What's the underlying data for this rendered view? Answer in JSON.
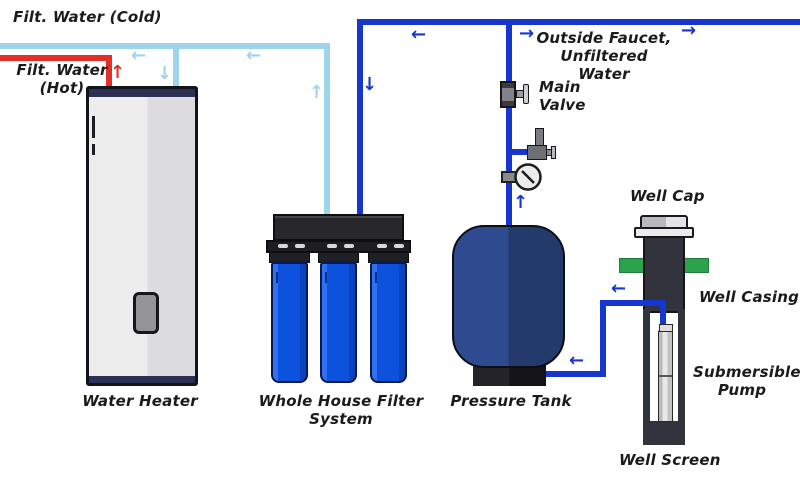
{
  "colors": {
    "filtered_cold_pipe": "#9fd4ed",
    "filtered_hot_pipe": "#e23028",
    "unfiltered_pipe": "#1736cd",
    "filter_canister_blue": "#0d52dc",
    "pressure_tank_navy": "#2d4b8e",
    "well_fitting_green": "#2aa34c",
    "label_text": "#1b1b1b"
  },
  "labels": {
    "filt_water_cold": "Filt. Water (Cold)",
    "filt_water_hot_line1": "Filt. Water",
    "filt_water_hot_line2": "(Hot)",
    "outside_faucet_line1": "Outside Faucet,",
    "outside_faucet_line2": "Unfiltered Water",
    "main_valve_line1": "Main",
    "main_valve_line2": "Valve",
    "water_heater": "Water Heater",
    "filter_system": "Whole House Filter System",
    "pressure_tank": "Pressure Tank",
    "well_cap": "Well Cap",
    "well_casing": "Well Casing",
    "submersible_line1": "Submersible",
    "submersible_line2": "Pump",
    "well_screen": "Well Screen"
  },
  "arrows": [
    {
      "glyph": "←",
      "flow": "filtered-cold"
    },
    {
      "glyph": "←",
      "flow": "filtered-cold"
    },
    {
      "glyph": "↓",
      "flow": "filtered-cold-into-heater"
    },
    {
      "glyph": "↑",
      "flow": "filtered-out-of-filter"
    },
    {
      "glyph": "↑",
      "flow": "hot-out-of-heater"
    },
    {
      "glyph": "↓",
      "flow": "unfiltered-into-filter"
    },
    {
      "glyph": "←",
      "flow": "unfiltered-toward-filter"
    },
    {
      "glyph": "→",
      "flow": "unfiltered-to-outside-faucet"
    },
    {
      "glyph": "→",
      "flow": "unfiltered-to-outside-faucet"
    },
    {
      "glyph": "↑",
      "flow": "unfiltered-up-from-tank"
    },
    {
      "glyph": "←",
      "flow": "well-to-tank"
    },
    {
      "glyph": "←",
      "flow": "well-to-tank"
    }
  ]
}
